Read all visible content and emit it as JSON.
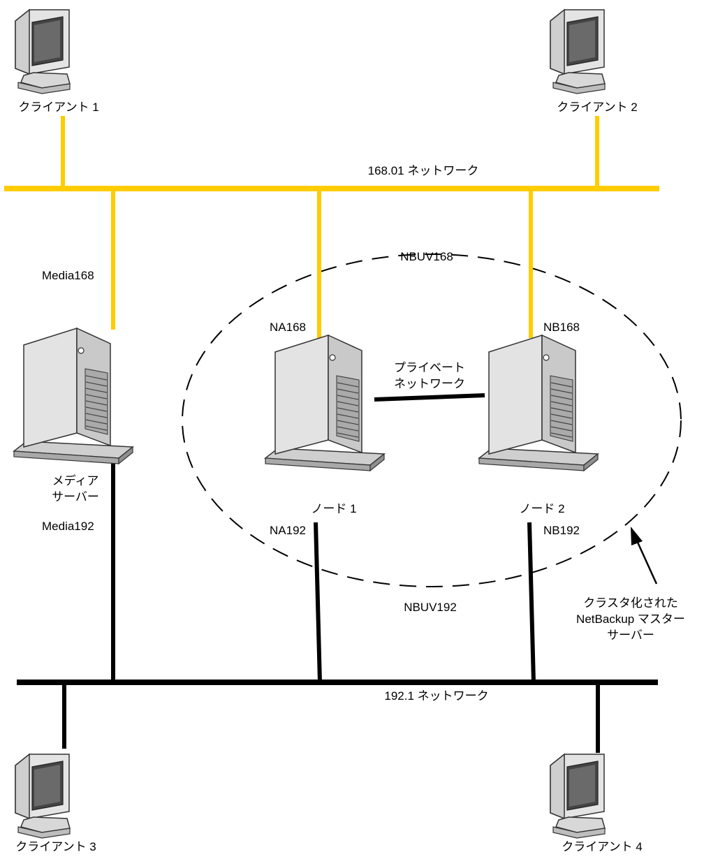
{
  "diagram": {
    "networks": {
      "public_label": "168.01 ネットワーク",
      "private_label": "192.1 ネットワーク",
      "public_color": "#FFCC00",
      "private_color": "#000000"
    },
    "clients": {
      "c1": "クライアント 1",
      "c2": "クライアント 2",
      "c3": "クライアント 3",
      "c4": "クライアント 4"
    },
    "media_server": {
      "label": "メディア\nサーバー",
      "public_ip": "Media168",
      "private_ip": "Media192"
    },
    "nodes": {
      "node1": {
        "label": "ノード 1",
        "public_ip": "NA168",
        "private_ip": "NA192"
      },
      "node2": {
        "label": "ノード 2",
        "public_ip": "NB168",
        "private_ip": "NB192"
      }
    },
    "private_link_label": "プライベート\nネットワーク",
    "cluster": {
      "virtual_public": "NBUV168",
      "virtual_private": "NBUV192",
      "caption": "クラスタ化された\nNetBackup マスター\nサーバー"
    }
  }
}
